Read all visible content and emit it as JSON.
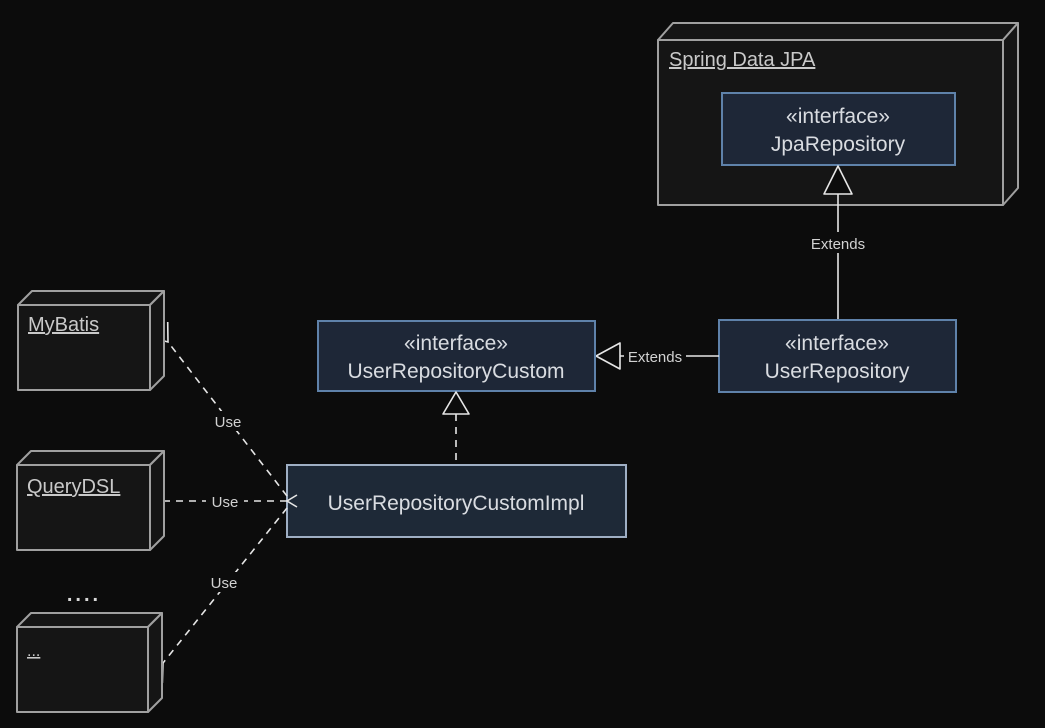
{
  "colors": {
    "background": "#0c0c0c",
    "package_fill": "#151515",
    "package_stroke": "#a0a0a0",
    "interface_fill": "#1e2737",
    "interface_stroke": "#5f82aa",
    "impl_stroke": "#9fafc4",
    "edge_line": "#e6e6e6",
    "text": "#d6d6d6"
  },
  "packages": {
    "spring": {
      "label": "Spring Data JPA"
    },
    "mybatis": {
      "label": "MyBatis"
    },
    "querydsl": {
      "label": "QueryDSL"
    },
    "others": {
      "label": "...",
      "dots": "...."
    }
  },
  "classes": {
    "jpa_repository": {
      "stereotype": "«interface»",
      "name": "JpaRepository"
    },
    "user_repository": {
      "stereotype": "«interface»",
      "name": "UserRepository"
    },
    "user_repository_custom": {
      "stereotype": "«interface»",
      "name": "UserRepositoryCustom"
    },
    "user_repository_custom_impl": {
      "name": "UserRepositoryCustomImpl"
    }
  },
  "edges": {
    "extends_jpa": {
      "label": "Extends",
      "type": "generalization",
      "from": "UserRepository",
      "to": "JpaRepository"
    },
    "extends_custom": {
      "label": "Extends",
      "type": "generalization",
      "from": "UserRepository",
      "to": "UserRepositoryCustom"
    },
    "realization": {
      "label": "",
      "type": "realization",
      "from": "UserRepositoryCustomImpl",
      "to": "UserRepositoryCustom"
    },
    "use_mybatis": {
      "label": "Use",
      "type": "dependency",
      "from": "UserRepositoryCustomImpl",
      "to": "MyBatis"
    },
    "use_querydsl": {
      "label": "Use",
      "type": "dependency",
      "from": "UserRepositoryCustomImpl",
      "to": "QueryDSL"
    },
    "use_others": {
      "label": "Use",
      "type": "dependency",
      "from": "UserRepositoryCustomImpl",
      "to": "..."
    }
  }
}
